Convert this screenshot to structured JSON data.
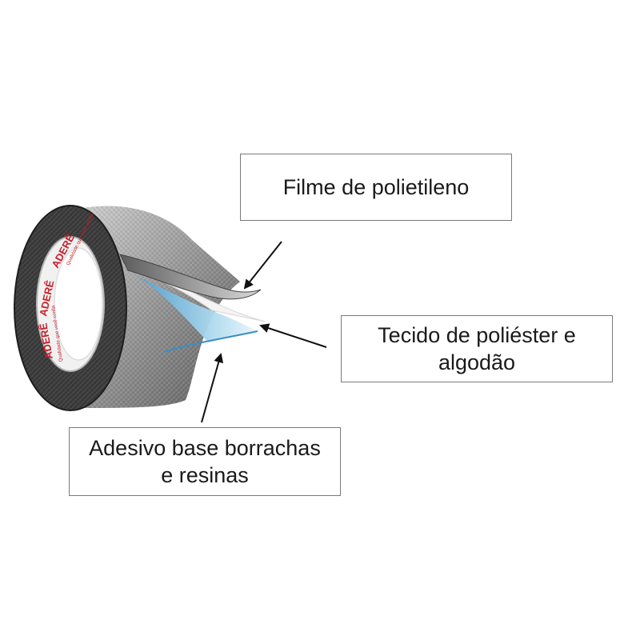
{
  "labels": {
    "film": "Filme de polietileno",
    "fabric": [
      "Tecido de poliéster e",
      "algodão"
    ],
    "adhesive": [
      "Adesivo base borrachas",
      "e resinas"
    ]
  },
  "roll": {
    "brand": "ADERÊ",
    "tagline": "Qualidade que você confia"
  },
  "colors": {
    "tape_dark": "#3a3a3a",
    "tape_mid": "#8a8a8a",
    "tape_light": "#c8c8c8",
    "core_red": "#c8202a",
    "adhesive_blue": "#9ccfe8",
    "box_border": "#7a7a7a",
    "arrow": "#111111"
  }
}
